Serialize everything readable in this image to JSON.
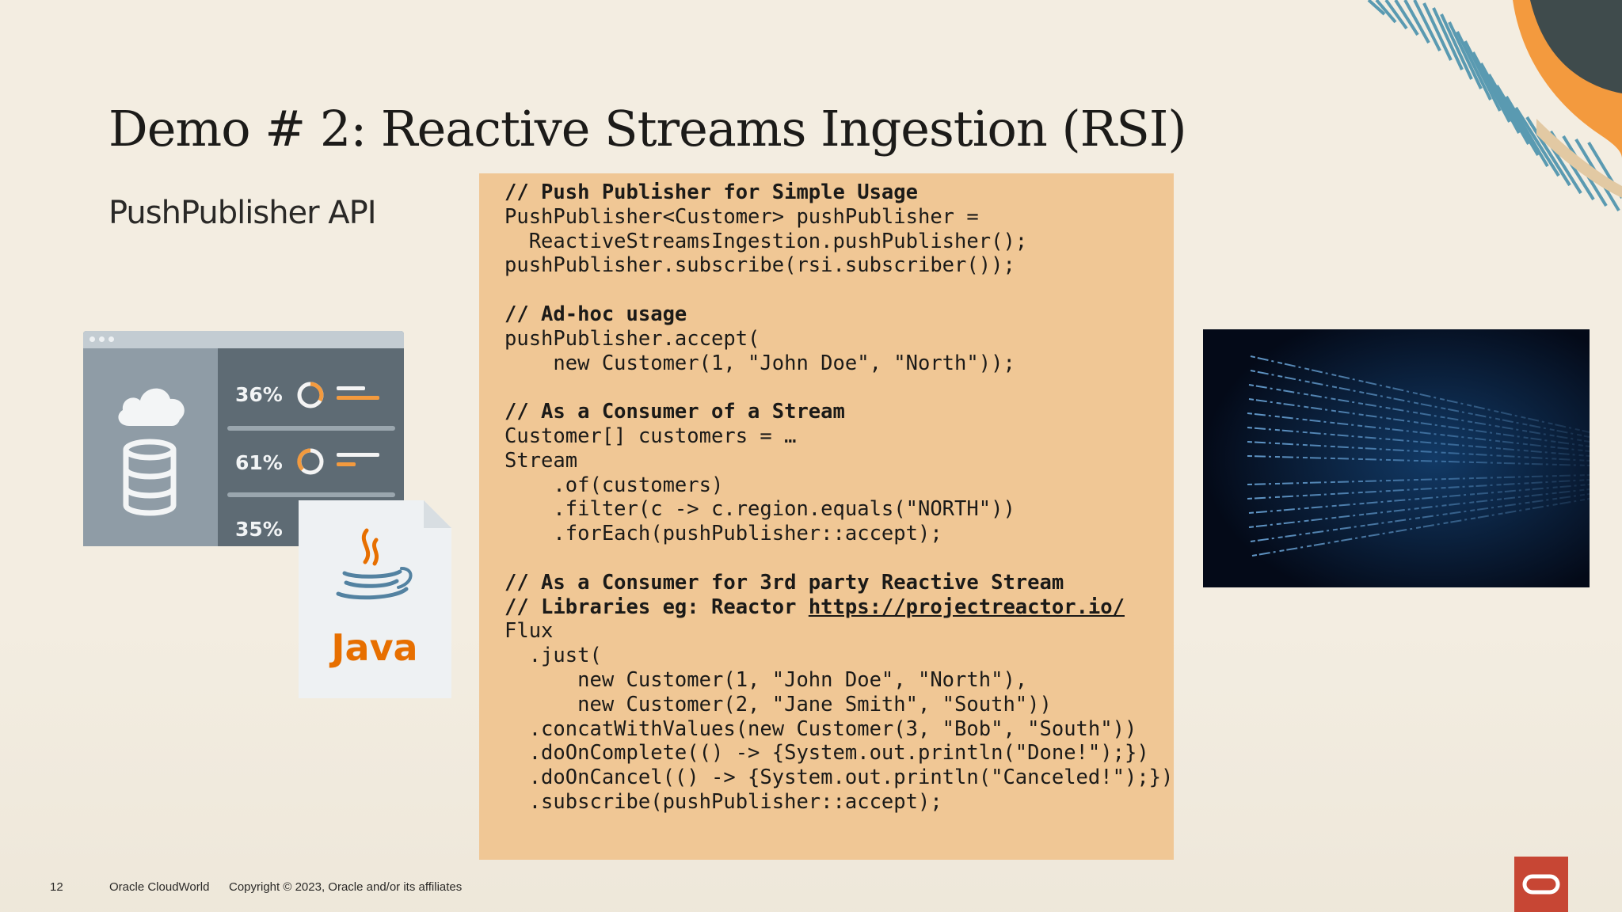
{
  "slide": {
    "title": "Demo # 2: Reactive Streams Ingestion (RSI)",
    "subtitle": "PushPublisher API"
  },
  "code": {
    "lines": [
      {
        "text": "// Push Publisher for Simple Usage",
        "comment": true
      },
      {
        "text": "PushPublisher<Customer> pushPublisher =",
        "comment": false
      },
      {
        "text": "  ReactiveStreamsIngestion.pushPublisher();",
        "comment": false
      },
      {
        "text": "pushPublisher.subscribe(rsi.subscriber());",
        "comment": false
      },
      {
        "text": "",
        "comment": false
      },
      {
        "text": "// Ad-hoc usage",
        "comment": true
      },
      {
        "text": "pushPublisher.accept(",
        "comment": false
      },
      {
        "text": "    new Customer(1, \"John Doe\", \"North\"));",
        "comment": false
      },
      {
        "text": "",
        "comment": false
      },
      {
        "text": "// As a Consumer of a Stream",
        "comment": true
      },
      {
        "text": "Customer[] customers = …",
        "comment": false
      },
      {
        "text": "Stream",
        "comment": false
      },
      {
        "text": "    .of(customers)",
        "comment": false
      },
      {
        "text": "    .filter(c -> c.region.equals(\"NORTH\"))",
        "comment": false
      },
      {
        "text": "    .forEach(pushPublisher::accept);",
        "comment": false
      },
      {
        "text": "",
        "comment": false
      },
      {
        "text": "// As a Consumer for 3rd party Reactive Stream",
        "comment": true
      },
      {
        "text": "// Libraries eg: Reactor ",
        "comment": true,
        "link": "https://projectreactor.io/"
      },
      {
        "text": "Flux",
        "comment": false
      },
      {
        "text": "  .just(",
        "comment": false
      },
      {
        "text": "      new Customer(1, \"John Doe\", \"North\"),",
        "comment": false
      },
      {
        "text": "      new Customer(2, \"Jane Smith\", \"South\"))",
        "comment": false
      },
      {
        "text": "  .concatWithValues(new Customer(3, \"Bob\", \"South\"))",
        "comment": false
      },
      {
        "text": "  .doOnComplete(() -> {System.out.println(\"Done!\");})",
        "comment": false
      },
      {
        "text": "  .doOnCancel(() -> {System.out.println(\"Canceled!\");})",
        "comment": false
      },
      {
        "text": "  .subscribe(pushPublisher::accept);",
        "comment": false
      }
    ]
  },
  "dashboard": {
    "metrics": [
      {
        "label": "36%",
        "value": 0.36
      },
      {
        "label": "61%",
        "value": 0.61
      },
      {
        "label": "35%",
        "value": 0.35
      }
    ],
    "icons": [
      "cloud-icon",
      "database-icon",
      "donut-chart-icon"
    ]
  },
  "java": {
    "label": "Java",
    "icon": "java-logo"
  },
  "footer": {
    "page_number": "12",
    "event": "Oracle CloudWorld",
    "copyright": "Copyright © 2023, Oracle and/or its affiliates"
  },
  "colors": {
    "background": "#f3ede1",
    "code_panel": "#f0c795",
    "oracle_red": "#c74634",
    "accent_orange": "#f39a3e",
    "decor_teal": "#4a8fa6"
  }
}
